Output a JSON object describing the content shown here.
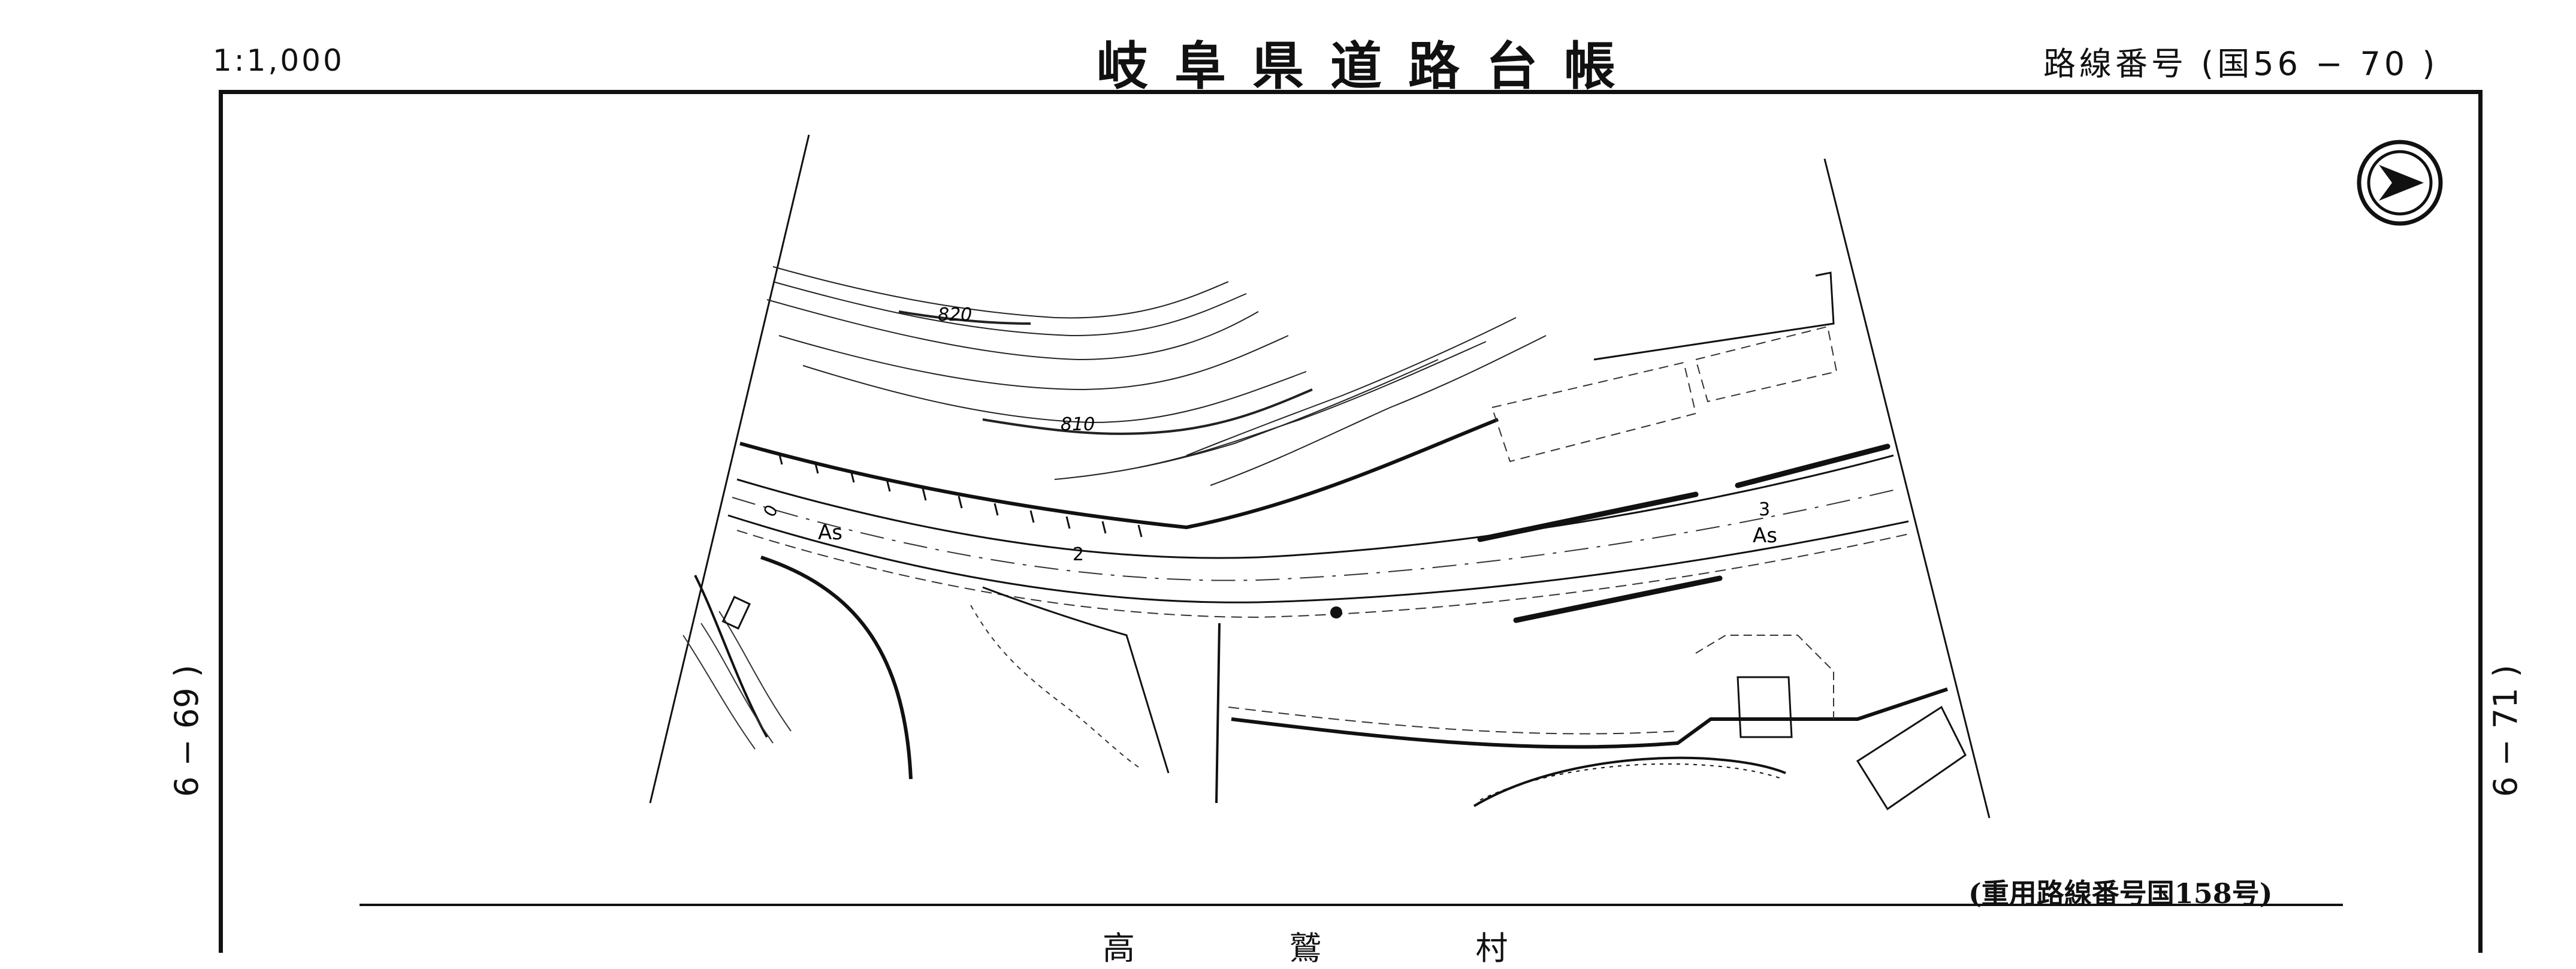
{
  "header": {
    "scale": "1:1,000",
    "title": "岐阜県道路台帳",
    "route_number": "路線番号 (国56 − 70 )"
  },
  "side_labels": {
    "left_sheet": "6 − 69 )",
    "right_sheet": "6 − 71 )"
  },
  "footer": {
    "overlap_route": "(重用路線番号国158号)",
    "village": "高 鷲 村"
  },
  "map_labels": {
    "contour_820": "820",
    "contour_810": "810",
    "surface_left": "As",
    "surface_right": "As",
    "station_2": "2",
    "station_3": "3",
    "station_0": "0"
  },
  "icons": {
    "compass": "north-arrow-icon"
  }
}
